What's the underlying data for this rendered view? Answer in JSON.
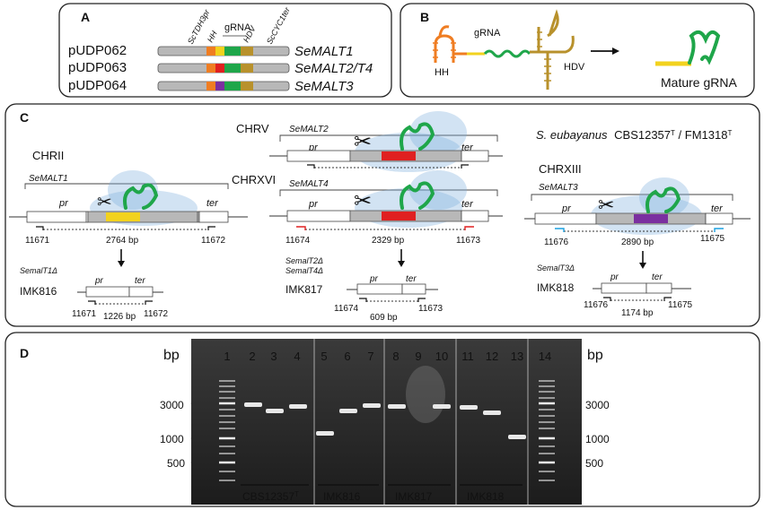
{
  "panelA": {
    "letter": "A",
    "elements": [
      "ScTDH3pr",
      "HH",
      "gRNA",
      "HDV",
      "ScCYC1ter"
    ],
    "rows": [
      {
        "plasmid": "pUDP062",
        "gene": "SeMALT1",
        "color": "#f2d21e"
      },
      {
        "plasmid": "pUDP063",
        "gene": "SeMALT2/T4",
        "color": "#e02020"
      },
      {
        "plasmid": "pUDP064",
        "gene": "SeMALT3",
        "color": "#7b2fa0"
      }
    ]
  },
  "panelB": {
    "letter": "B",
    "hh": "HH",
    "grna": "gRNA",
    "hdv": "HDV",
    "mature": "Mature gRNA"
  },
  "panelC": {
    "letter": "C",
    "strain": "S. eubayanus",
    "strain_rest": "CBS12357",
    "strain_sup": "T",
    "strain_tail": " / FM1318",
    "strain_sup2": "T",
    "chrII": {
      "chr": "CHRII",
      "gene": "SeMALT1",
      "pr": "pr",
      "ter": "ter",
      "primer_f": "11671",
      "primer_r": "11672",
      "size": "2764 bp",
      "del": "SemalT1Δ",
      "strain": "IMK816",
      "del_pr": "pr",
      "del_ter": "ter",
      "del_pf": "11671",
      "del_size": "1226 bp",
      "del_pr2": "11672"
    },
    "chrV": {
      "chr": "CHRV",
      "gene": "SeMALT2",
      "pr": "pr",
      "ter": "ter"
    },
    "chrXVI": {
      "chr": "CHRXVI",
      "gene": "SeMALT4",
      "pr": "pr",
      "ter": "ter",
      "primer_f": "11674",
      "primer_r": "11673",
      "size": "2329 bp",
      "del1": "SemalT2Δ",
      "del2": "SemalT4Δ",
      "strain": "IMK817",
      "del_pr": "pr",
      "del_ter": "ter",
      "del_pf": "11674",
      "del_size": "609 bp",
      "del_pr2": "11673"
    },
    "chrXIII": {
      "chr": "CHRXIII",
      "gene": "SeMALT3",
      "pr": "pr",
      "ter": "ter",
      "primer_f": "11676",
      "primer_r": "11675",
      "size": "2890 bp",
      "del": "SemalT3Δ",
      "strain": "IMK818",
      "del_pr": "pr",
      "del_ter": "ter",
      "del_pf": "11676",
      "del_size": "1174 bp",
      "del_pr2": "11675"
    }
  },
  "panelD": {
    "letter": "D",
    "bp_left": "bp",
    "bp_right": "bp",
    "ladder_left": [
      "3000",
      "1000",
      "500"
    ],
    "ladder_right": [
      "3000",
      "1000",
      "500"
    ],
    "lanes": [
      {
        "n": "1",
        "color": "#ffffff"
      },
      {
        "n": "2",
        "color": "#111111"
      },
      {
        "n": "3",
        "color": "#e02020"
      },
      {
        "n": "4",
        "color": "#1aa0e0"
      },
      {
        "n": "5",
        "color": "#111111"
      },
      {
        "n": "6",
        "color": "#e02020"
      },
      {
        "n": "7",
        "color": "#1aa0e0"
      },
      {
        "n": "8",
        "color": "#111111"
      },
      {
        "n": "9",
        "color": "#e02020"
      },
      {
        "n": "10",
        "color": "#1aa0e0"
      },
      {
        "n": "11",
        "color": "#111111"
      },
      {
        "n": "12",
        "color": "#e02020"
      },
      {
        "n": "13",
        "color": "#1aa0e0"
      },
      {
        "n": "14",
        "color": "#ffffff"
      }
    ],
    "groups": [
      "CBS12357",
      "IMK816",
      "IMK817",
      "IMK818"
    ],
    "group0_sup": "T"
  }
}
